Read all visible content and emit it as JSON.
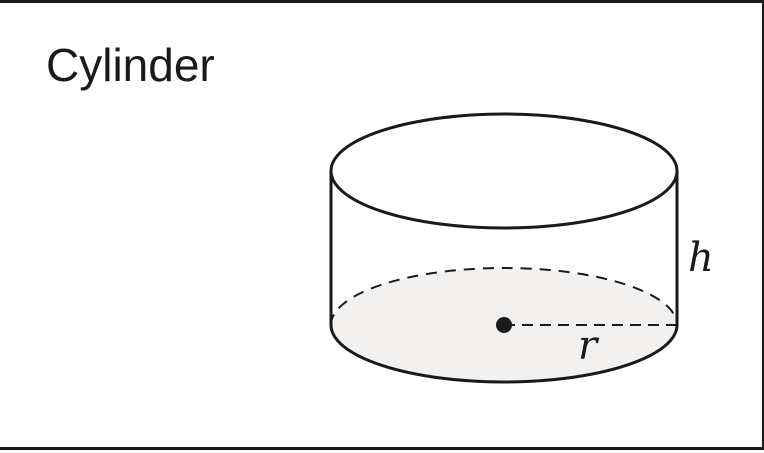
{
  "figure": {
    "title": "Cylinder",
    "labels": {
      "height": "h",
      "radius": "r"
    },
    "colors": {
      "stroke": "#1a1a1a",
      "base_fill": "#f2f1f0",
      "background": "#ffffff"
    }
  }
}
